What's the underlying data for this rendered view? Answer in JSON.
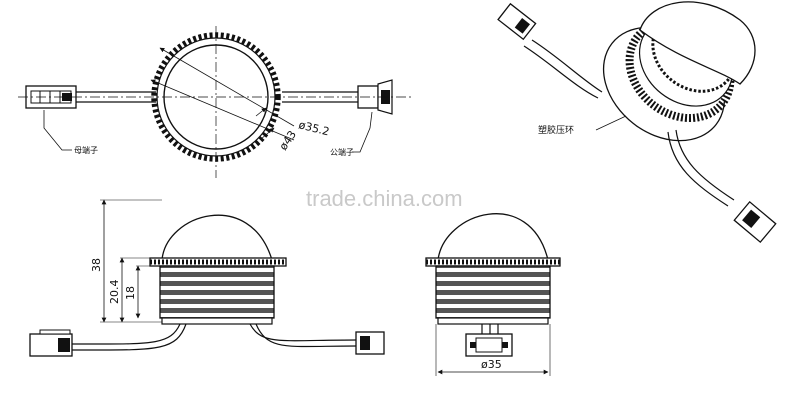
{
  "labels": {
    "female_connector": "母端子",
    "male_connector": "公端子",
    "plastic_ring": "塑胶压环",
    "dia_inner": "ø35.2",
    "dia_outer": "ø43",
    "height_total": "38",
    "height_upper": "20.4",
    "height_thread": "18",
    "width_base": "ø35"
  },
  "watermark": "trade.china.com",
  "colors": {
    "line": "#111111",
    "thread": "#555555",
    "watermark": "#c9c9c9"
  }
}
